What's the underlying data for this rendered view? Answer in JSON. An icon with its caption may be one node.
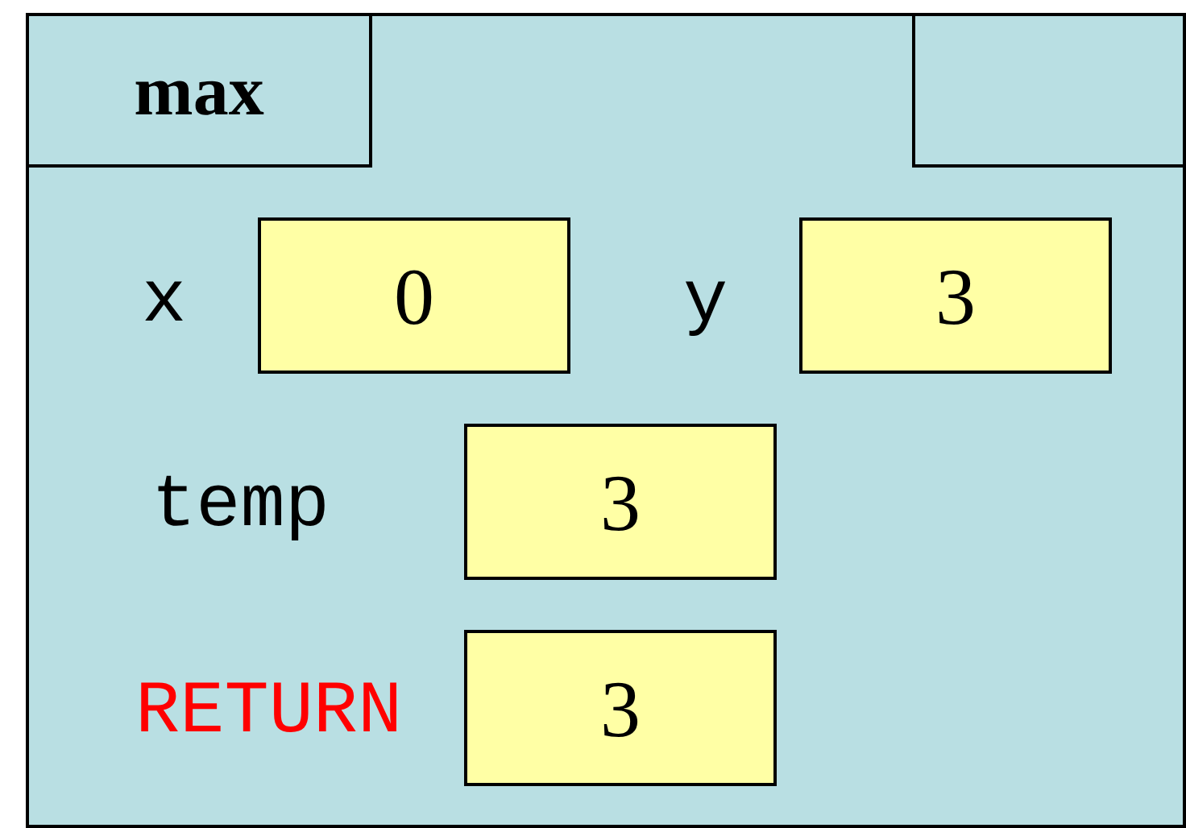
{
  "diagram": {
    "nodes": [
      {
        "text": [],
        "shape": "box"
      },
      {
        "text": [
          "max"
        ],
        "in": 0
      },
      {
        "text": [],
        "shape": "box",
        "in": 0
      },
      {
        "text": [
          "0"
        ],
        "in": 0,
        "beside": [
          "x"
        ]
      },
      {
        "text": [
          "3"
        ],
        "in": 0,
        "beside": [
          "y"
        ]
      },
      {
        "text": [
          "3"
        ],
        "in": 0,
        "beside": [
          "temp"
        ]
      },
      {
        "text": [
          "3"
        ],
        "in": 0,
        "beside": [
          "RETURN"
        ]
      }
    ]
  }
}
